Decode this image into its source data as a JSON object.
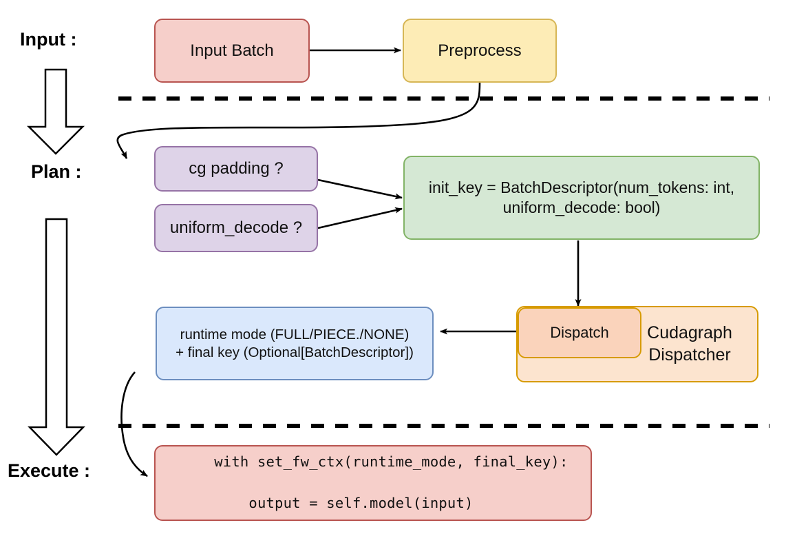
{
  "diagram": {
    "title": "vLLM cudagraph dispatch pipeline",
    "stages": [
      {
        "key": "input",
        "label": "Input :"
      },
      {
        "key": "plan",
        "label": "Plan :"
      },
      {
        "key": "execute",
        "label": "Execute :"
      }
    ],
    "nodes": {
      "input_batch": {
        "label": "Input Batch",
        "color": "#f6cfca",
        "border": "#b85450"
      },
      "preprocess": {
        "label": "Preprocess",
        "color": "#fdecb6",
        "border": "#d6b656"
      },
      "cg_padding": {
        "label": "cg padding ?",
        "color": "#ded3e8",
        "border": "#9673a6"
      },
      "uniform_decode": {
        "label": "uniform_decode ?",
        "color": "#ded3e8",
        "border": "#9673a6"
      },
      "init_key": {
        "line1": "init_key = BatchDescriptor(num_tokens: int,",
        "line2": "uniform_decode: bool)",
        "color": "#d5e8d4",
        "border": "#82b366"
      },
      "cudagraph_dispatcher": {
        "line1": "Cudagraph",
        "line2": "Dispatcher",
        "color": "#fce4cf",
        "border": "#d79b00"
      },
      "dispatch": {
        "label": "Dispatch",
        "color": "#fad3bb",
        "border": "#d79b00"
      },
      "runtime_mode": {
        "line1": "runtime mode (FULL/PIECE./NONE)",
        "line2": "+ final key (Optional[BatchDescriptor])",
        "color": "#dae8fc",
        "border": "#6c8ebf"
      },
      "execute_code": {
        "line1": "with set_fw_ctx(runtime_mode, final_key):",
        "line2": "    output = self.model(input)",
        "color": "#f6cfca",
        "border": "#b85450"
      }
    },
    "separators": {
      "count": 2,
      "style": "dashed",
      "color": "#000000"
    },
    "stage_arrows": {
      "count": 2,
      "style": "hollow-block-down",
      "color": "#000000"
    },
    "connectors": [
      {
        "from": "input_batch",
        "to": "preprocess",
        "style": "straight"
      },
      {
        "from": "preprocess",
        "to": "cg_padding",
        "style": "curved"
      },
      {
        "from": "cg_padding",
        "to": "init_key",
        "style": "straight"
      },
      {
        "from": "uniform_decode",
        "to": "init_key",
        "style": "straight"
      },
      {
        "from": "init_key",
        "to": "dispatch",
        "style": "straight"
      },
      {
        "from": "dispatch",
        "to": "runtime_mode",
        "style": "straight"
      },
      {
        "from": "runtime_mode",
        "to": "execute_code",
        "style": "curved"
      }
    ]
  }
}
